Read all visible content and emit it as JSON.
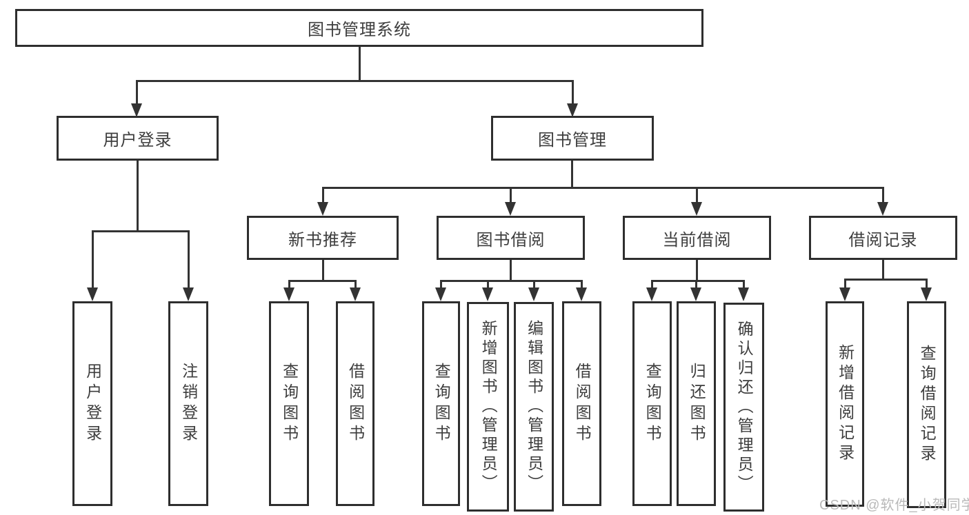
{
  "title": "图书管理系统",
  "tree": {
    "label": "图书管理系统",
    "children": [
      {
        "label": "用户登录",
        "children": [
          {
            "label": "用户登录"
          },
          {
            "label": "注销登录"
          }
        ]
      },
      {
        "label": "图书管理",
        "children": [
          {
            "label": "新书推荐",
            "children": [
              {
                "label": "查询图书"
              },
              {
                "label": "借阅图书"
              }
            ]
          },
          {
            "label": "图书借阅",
            "children": [
              {
                "label": "查询图书"
              },
              {
                "label": "新增图书（管理员）"
              },
              {
                "label": "编辑图书（管理员）"
              },
              {
                "label": "借阅图书"
              }
            ]
          },
          {
            "label": "当前借阅",
            "children": [
              {
                "label": "查询图书"
              },
              {
                "label": "归还图书"
              },
              {
                "label": "确认归还（管理员）"
              }
            ]
          },
          {
            "label": "借阅记录",
            "children": [
              {
                "label": "新增借阅记录"
              },
              {
                "label": "查询借阅记录"
              }
            ]
          }
        ]
      }
    ]
  },
  "watermark": {
    "text": "CSDN @软件_小贺同学"
  },
  "colors": {
    "line": "#333333",
    "border": "#2e2e2e",
    "text": "#3d3d3d",
    "background": "#ffffff",
    "watermark": "#b9b9b9"
  }
}
